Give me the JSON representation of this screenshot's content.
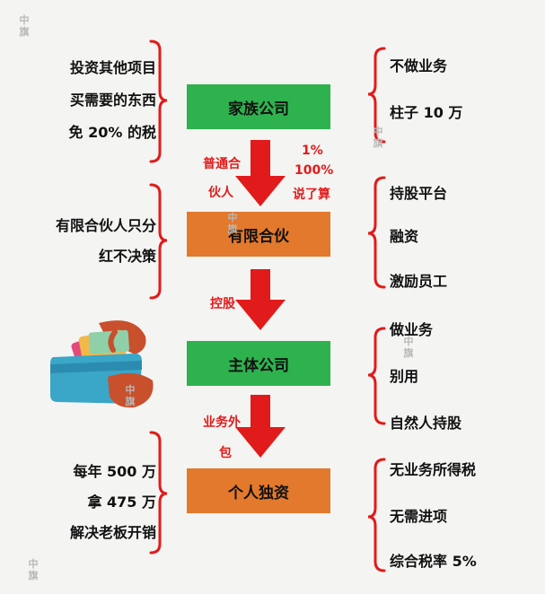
{
  "boxes": {
    "family": "家族公司",
    "partnership": "有限合伙",
    "main": "主体公司",
    "individual": "个人独资"
  },
  "left_notes": {
    "family": [
      "投资其他项目",
      "买需要的东西",
      "免 20% 的税"
    ],
    "partnership": [
      "有限合伙人只分",
      "红不决策"
    ],
    "individual": [
      "每年 500 万",
      "拿 475 万",
      "解决老板开销"
    ]
  },
  "right_notes": {
    "family": [
      "不做业务",
      "柱子 10 万"
    ],
    "partnership": [
      "持股平台",
      "融资",
      "激励员工"
    ],
    "main": [
      "做业务",
      "别用",
      "自然人持股"
    ],
    "individual": [
      "无业务所得税",
      "无需进项",
      "综合税率 5%"
    ]
  },
  "arrow_labels": {
    "a1_left": [
      "普通合",
      "伙人"
    ],
    "a1_right": [
      "1%",
      "100%",
      "说了算"
    ],
    "a2_left": [
      "控股"
    ],
    "a3_left": [
      "业务外",
      "包"
    ]
  },
  "watermark": "中旗",
  "colors": {
    "green": "#2db24e",
    "orange": "#e2792c",
    "red": "#e11b1b"
  }
}
